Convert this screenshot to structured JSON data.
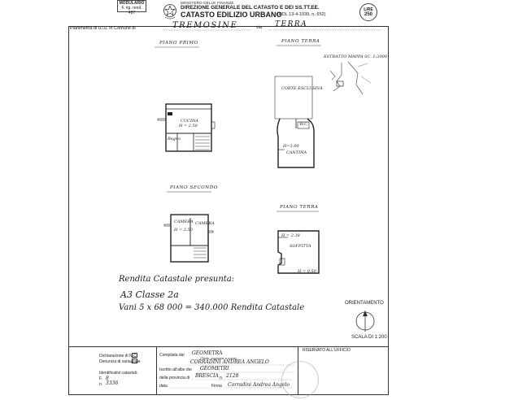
{
  "header": {
    "modulo": "MODULARIO",
    "modulo_code": "F. rig. rend. 497",
    "ministry": "MINISTERO DELLE FINANZE",
    "direzione": "DIREZIONE GENERALE DEL CATASTO E DEI SS.TT.EE.",
    "catasto": "CATASTO EDILIZIO URBANO",
    "catasto_ref": "(RDL 13-4-1939, n. 652)",
    "lire_label": "LIRE",
    "lire_value": "250"
  },
  "plan_row": {
    "label": "Planimetria di u.i.u. in Comune di",
    "comune": "TREMOSINE",
    "via_label": "via",
    "via": "TERRA"
  },
  "floors": {
    "primo": {
      "label": "PIANO PRIMO",
      "room": "CUCINA",
      "height": "H = 2.50",
      "bagno": "Bagno"
    },
    "terra_top": {
      "label": "PIANO TERRA",
      "note": "ESTRATTO MAPPA  SC. 1:2000",
      "corte": "CORTE ESCLUSIVA",
      "room": "CANTINA",
      "height": "H=3.00",
      "small_room": "W.C."
    },
    "secondo": {
      "label": "PIANO SECONDO",
      "room1": "CAMERA",
      "room2": "CAMERA",
      "height": "H = 2.50"
    },
    "terra_bottom": {
      "label": "PIANO TERRA",
      "room": "SOFFITTA",
      "height_top": "H = 2.38",
      "height_bottom": "H = 0.50"
    }
  },
  "notes": {
    "line1": "Rendita Catastale presunta:",
    "line2": "A3  Classe  2a",
    "line3": "Vani  5 x 68 000 = 340.000  Rendita Catastale"
  },
  "orientation": {
    "label": "ORIENTAMENTO",
    "scale": "SCALA DI 1:200"
  },
  "footer": {
    "dichiarazione": "Dichiarazione di N.C.",
    "denuncia": "Denuncia di variazione",
    "identificativi": "Identificativi catastali:",
    "f_label": "F.",
    "f_value": "8",
    "n_label": "n.",
    "n_value": "3336",
    "compilata_label": "Compilata dal",
    "compilata_value": "GEOMETRA",
    "compilata_note": "(Titolo, cognome e nome)",
    "name": "CORRADINI  ANDREA  ANGELO",
    "iscritto_label": "Iscritto all'albo dei",
    "iscritto_value": "GEOMETRI",
    "provincia_label": "della provincia di",
    "provincia_value": "BRESCIA",
    "numero_label": "n.",
    "numero_value": "2128",
    "data_label": "data",
    "firma_label": "Firma",
    "firma_value": "Corradini Andrea Angelo",
    "riservato": "RISERVATO ALL'UFFICIO"
  }
}
